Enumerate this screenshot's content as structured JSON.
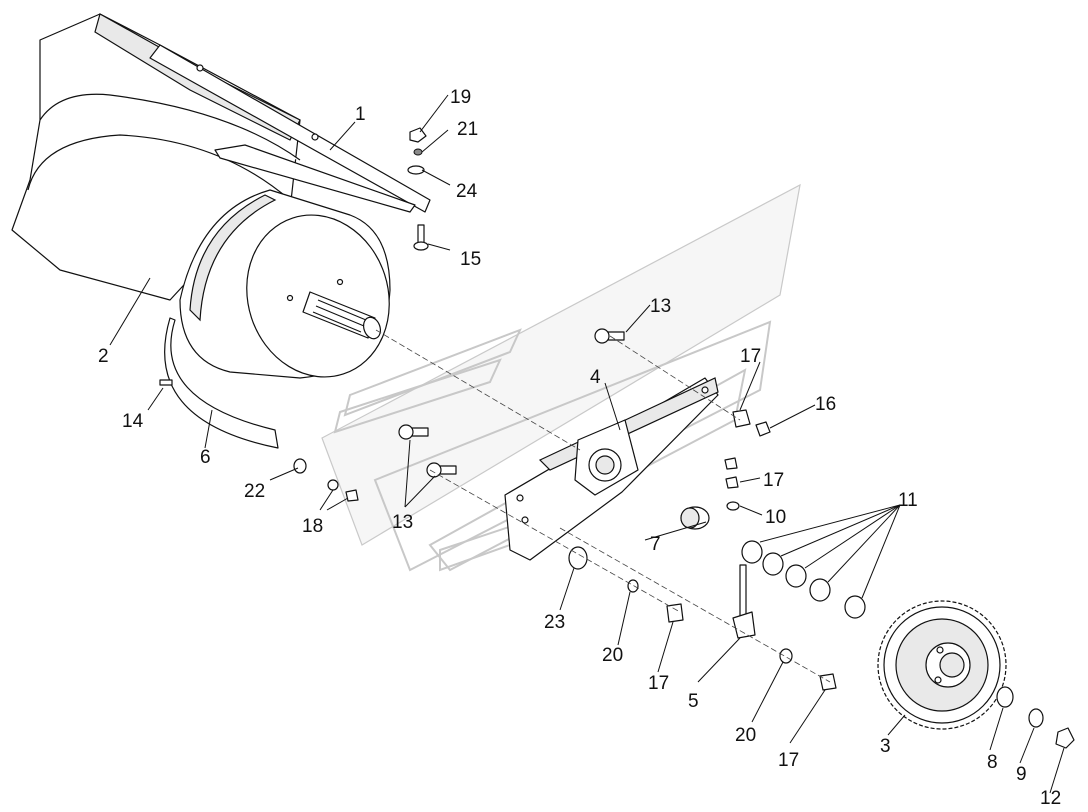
{
  "figure": "exploded assembly diagram",
  "callouts": {
    "c1": "1",
    "c2": "2",
    "c3": "3",
    "c4": "4",
    "c5": "5",
    "c6": "6",
    "c7": "7",
    "c8": "8",
    "c9": "9",
    "c10": "10",
    "c11": "11",
    "c12": "12",
    "c13a": "13",
    "c13b": "13",
    "c14": "14",
    "c15": "15",
    "c16": "16",
    "c17a": "17",
    "c17b": "17",
    "c17c": "17",
    "c17d": "17",
    "c18": "18",
    "c19": "19",
    "c20a": "20",
    "c20b": "20",
    "c21": "21",
    "c22": "22",
    "c23": "23",
    "c24": "24"
  },
  "colors": {
    "line": "#111111",
    "ghost": "#c8c8c8",
    "background": "#ffffff"
  }
}
